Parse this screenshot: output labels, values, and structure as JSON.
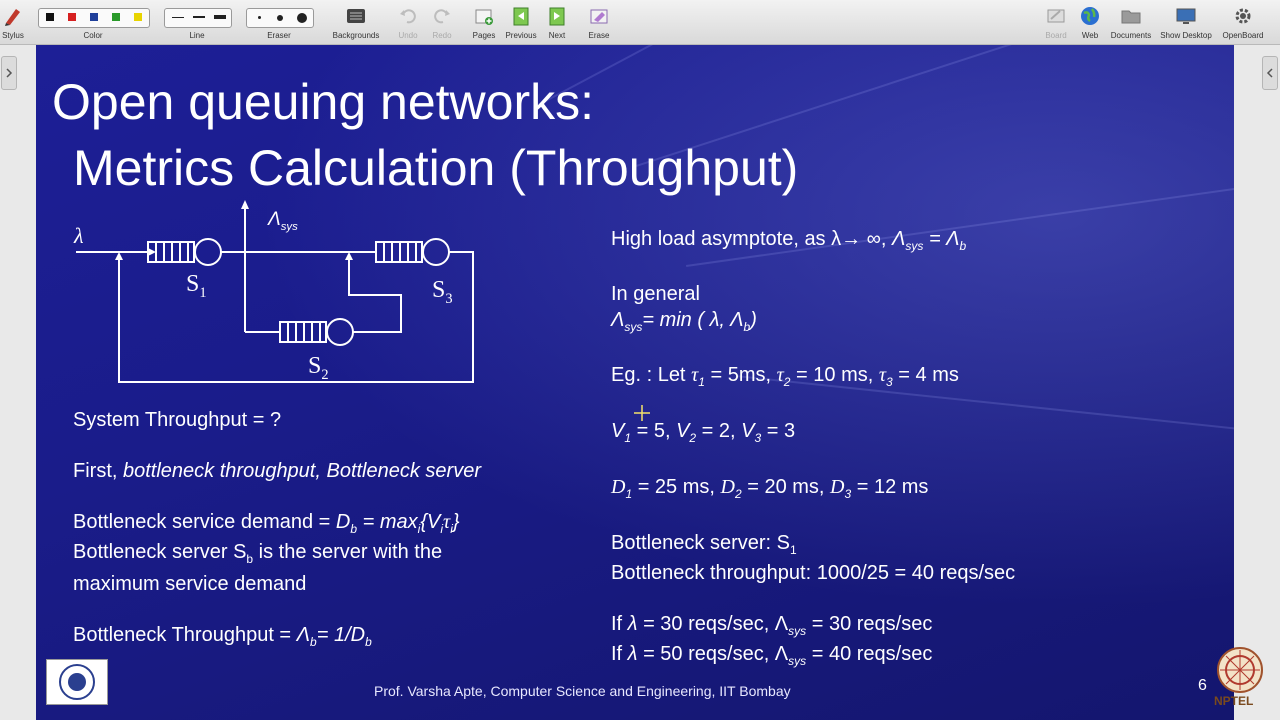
{
  "toolbar": {
    "stylus": "Stylus",
    "color": "Color",
    "line": "Line",
    "eraser": "Eraser",
    "backgrounds": "Backgrounds",
    "undo": "Undo",
    "redo": "Redo",
    "pages": "Pages",
    "previous": "Previous",
    "next": "Next",
    "erase": "Erase",
    "board": "Board",
    "web": "Web",
    "documents": "Documents",
    "show_desktop": "Show Desktop",
    "openboard": "OpenBoard",
    "colors": [
      "#111111",
      "#d62020",
      "#1f3f9a",
      "#2a9a2a",
      "#e8d400"
    ]
  },
  "slide": {
    "title_line1": "Open queuing networks:",
    "title_line2": "Metrics Calculation (Throughput)",
    "diagram": {
      "lambda": "λ",
      "lambda_sys": "Λ",
      "lambda_sys_sub": "sys",
      "s1": "S",
      "s1_sub": "1",
      "s2": "S",
      "s2_sub": "2",
      "s3": "S",
      "s3_sub": "3"
    },
    "left": {
      "system_throughput": "System Throughput = ?",
      "first_prefix": "First, ",
      "first_italic": "bottleneck throughput, Bottleneck server",
      "demand_prefix": "Bottleneck service demand = ",
      "demand_D": "D",
      "demand_D_sub": "b",
      "demand_eq": " = max",
      "demand_i": "i",
      "demand_set": "{V",
      "demand_vi": "i",
      "demand_tau": "τ",
      "demand_ti": "i",
      "demand_close": "}",
      "server_line1_a": "Bottleneck server S",
      "server_line1_sub": "b",
      "server_line1_b": " is the server with the",
      "server_line2": "maximum service demand",
      "bt_prefix": "Bottleneck Throughput =  ",
      "bt_lambda": "Λ",
      "bt_sub": "b",
      "bt_rest": "= 1/D",
      "bt_rest_sub": "b"
    },
    "right": {
      "asym_prefix": "High load asymptote, as λ→ ∞, ",
      "asym_L": "Λ",
      "asym_sys": "sys",
      "asym_eq": " = Λ",
      "asym_b": "b",
      "general": "In general",
      "gen_L": "Λ",
      "gen_sys": "sys",
      "gen_rest": "= min ( λ,  Λ",
      "gen_b": "b",
      "gen_close": ")",
      "eg_prefix": "Eg. : Let ",
      "tau": "τ",
      "t1_sub": "1",
      "t1_val": " = 5ms, ",
      "t2_sub": "2",
      "t2_val": " = 10 ms, ",
      "t3_sub": "3",
      "t3_val": " = 4 ms",
      "V": "V",
      "v1_sub": "1",
      "v1_val": " = 5, ",
      "v2_sub": "2",
      "v2_val": "  = 2, ",
      "v3_sub": "3",
      "v3_val": " = 3",
      "D": "D",
      "d1_sub": "1",
      "d1_val": " = 25 ms, ",
      "d2_sub": "2",
      "d2_val": " = 20 ms, ",
      "d3_sub": "3",
      "d3_val": " = 12 ms",
      "bs_prefix": "Bottleneck server: S",
      "bs_sub": "1",
      "btp": "Bottleneck throughput: 1000/25 = 40 reqs/sec",
      "if1_a": "If ",
      "if1_l": "λ",
      "if1_b": " = 30 reqs/sec, Λ",
      "if1_sys": "sys",
      "if1_c": " = 30 reqs/sec",
      "if2_a": "If ",
      "if2_l": "λ",
      "if2_b": " = 50 reqs/sec,  Λ",
      "if2_sys": "sys",
      "if2_c": " = 40 reqs/sec"
    },
    "footer": "Prof. Varsha Apte, Computer Science and Engineering, IIT Bombay",
    "page_number": "6",
    "nptel": "NPTEL"
  }
}
